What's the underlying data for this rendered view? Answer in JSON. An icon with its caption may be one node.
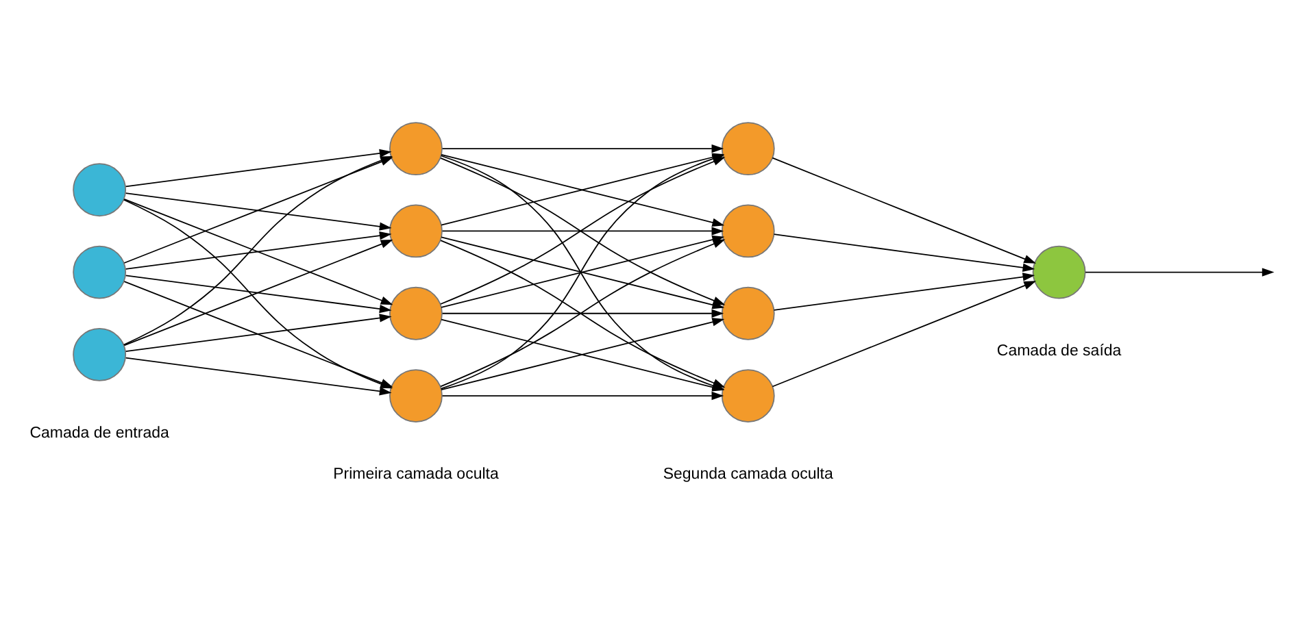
{
  "diagram": {
    "nodes": [
      {
        "text": [],
        "shape": "circle"
      },
      {
        "text": [],
        "shape": "circle"
      },
      {
        "text": [],
        "shape": "circle"
      },
      {
        "text": [],
        "shape": "circle"
      },
      {
        "text": [],
        "shape": "circle"
      },
      {
        "text": [],
        "shape": "circle"
      },
      {
        "text": [],
        "shape": "circle"
      },
      {
        "text": [],
        "shape": "circle"
      },
      {
        "text": [],
        "shape": "circle"
      },
      {
        "text": [],
        "shape": "circle"
      },
      {
        "text": [],
        "shape": "circle"
      },
      {
        "text": [],
        "shape": "circle"
      }
    ],
    "edges": [
      {
        "from": 0,
        "to": 3,
        "arrow": "to"
      },
      {
        "from": 0,
        "to": 4,
        "arrow": "to"
      },
      {
        "from": 0,
        "to": 5,
        "arrow": "to"
      },
      {
        "from": 0,
        "to": 6,
        "arrow": "to"
      },
      {
        "from": 1,
        "to": 3,
        "arrow": "to"
      },
      {
        "from": 1,
        "to": 4,
        "arrow": "to"
      },
      {
        "from": 1,
        "to": 5,
        "arrow": "to"
      },
      {
        "from": 1,
        "to": 6,
        "arrow": "to"
      },
      {
        "from": 2,
        "to": 3,
        "arrow": "to"
      },
      {
        "from": 2,
        "to": 4,
        "arrow": "to"
      },
      {
        "from": 2,
        "to": 5,
        "arrow": "to"
      },
      {
        "from": 2,
        "to": 6,
        "arrow": "to"
      },
      {
        "from": 3,
        "to": 7,
        "arrow": "to"
      },
      {
        "from": 3,
        "to": 8,
        "arrow": "to"
      },
      {
        "from": 3,
        "to": 9,
        "arrow": "to"
      },
      {
        "from": 3,
        "to": 10,
        "arrow": "to"
      },
      {
        "from": 4,
        "to": 7,
        "arrow": "to"
      },
      {
        "from": 4,
        "to": 8,
        "arrow": "to"
      },
      {
        "from": 4,
        "to": 9,
        "arrow": "to"
      },
      {
        "from": 4,
        "to": 10,
        "arrow": "to"
      },
      {
        "from": 5,
        "to": 7,
        "arrow": "to"
      },
      {
        "from": 5,
        "to": 8,
        "arrow": "to"
      },
      {
        "from": 5,
        "to": 9,
        "arrow": "to"
      },
      {
        "from": 5,
        "to": 10,
        "arrow": "to"
      },
      {
        "from": 6,
        "to": 7,
        "arrow": "to"
      },
      {
        "from": 6,
        "to": 8,
        "arrow": "to"
      },
      {
        "from": 6,
        "to": 9,
        "arrow": "to"
      },
      {
        "from": 6,
        "to": 10,
        "arrow": "to"
      },
      {
        "from": 7,
        "to": 11,
        "arrow": "to"
      },
      {
        "from": 8,
        "to": 11,
        "arrow": "to"
      },
      {
        "from": 9,
        "to": 11,
        "arrow": "to"
      },
      {
        "from": 10,
        "to": 11,
        "arrow": "to"
      },
      {
        "from": 11,
        "to": null,
        "arrow": "to"
      }
    ],
    "labels": [
      "Camada de entrada",
      "Primeira camada oculta",
      "Segunda camada oculta",
      "Camada de saída"
    ]
  }
}
